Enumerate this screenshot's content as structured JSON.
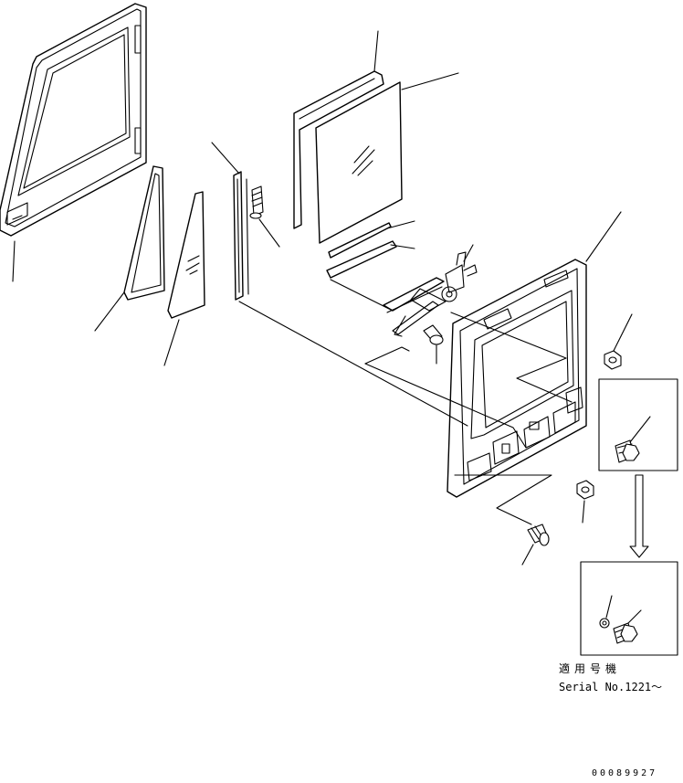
{
  "applicability": {
    "label_jp": "適用号機",
    "serial": "Serial No.1221～"
  },
  "drawing_number": "00089927"
}
